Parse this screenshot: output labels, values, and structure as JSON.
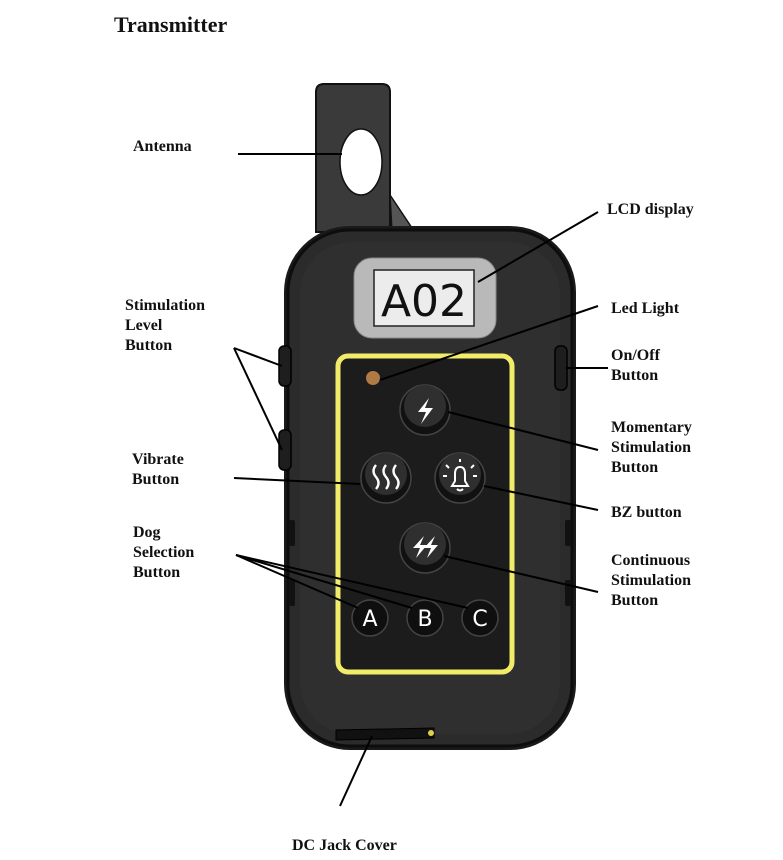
{
  "title": "Transmitter",
  "lcd": {
    "text": "A02"
  },
  "buttons": {
    "dog_a": "A",
    "dog_b": "B",
    "dog_c": "C"
  },
  "labels": {
    "antenna": "Antenna",
    "lcd_display": "LCD display",
    "stim_level": [
      "Stimulation",
      "Level",
      "Button"
    ],
    "led_light": "Led Light",
    "on_off": [
      "On/Off",
      "Button"
    ],
    "momentary": [
      "Momentary",
      "Stimulation",
      "Button"
    ],
    "vibrate": [
      "Vibrate",
      "Button"
    ],
    "bz": "BZ button",
    "dog_selection": [
      "Dog",
      "Selection",
      "Button"
    ],
    "continuous": [
      "Continuous",
      "Stimulation",
      "Button"
    ],
    "dc_jack": "DC Jack Cover"
  },
  "colors": {
    "body": "#2b2b2b",
    "panel": "#1c1c1c",
    "panel_border": "#f2ec6a",
    "lcd_frame": "#b9b9b9",
    "lcd_screen": "#e9e9e9",
    "led": "#b07a45"
  }
}
